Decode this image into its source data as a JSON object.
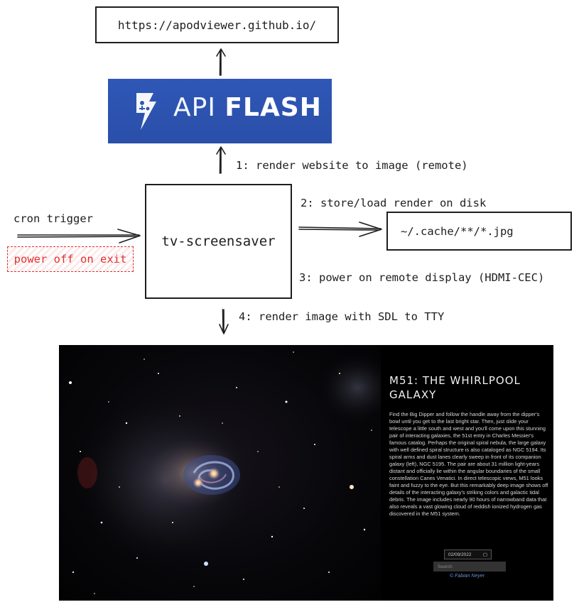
{
  "nodes": {
    "url": "https://apodviewer.github.io/",
    "apiflash_light": "API",
    "apiflash_bold": "FLASH",
    "tv": "tv-screensaver",
    "cache": "~/.cache/**/*.jpg",
    "power_off": "power off on exit"
  },
  "edges": {
    "step1": "1: render website to image (remote)",
    "step2": "2: store/load render on disk",
    "step3": "3: power on remote display (HDMI-CEC)",
    "step4": "4: render image with SDL to TTY",
    "cron": "cron trigger"
  },
  "apod": {
    "title": "M51: THE WHIRLPOOL GALAXY",
    "description": "Find the Big Dipper and follow the handle away from the dipper's bowl until you get to the last bright star. Then, just slide your telescope a little south and west and you'll come upon this stunning pair of interacting galaxies, the 51st entry in Charles Messier's famous catalog. Perhaps the original spiral nebula, the large galaxy with well defined spiral structure is also cataloged as NGC 5194. Its spiral arms and dust lanes clearly sweep in front of its companion galaxy (left), NGC 5195. The pair are about 31 million light-years distant and officially lie within the angular boundaries of the small constellation Canes Venatici. In direct telescopic views, M51 looks faint and fuzzy to the eye. But this remarkably deep image shows off details of the interacting galaxy's striking colors and galactic tidal debris. The image includes nearly 90 hours of narrowband data that also reveals a vast glowing cloud of reddish ionized hydrogen gas discovered in the M51 system.",
    "date": "02/09/2022",
    "search_placeholder": "Search",
    "credit": "© Fabian Neyer"
  },
  "colors": {
    "stroke": "#1e1e1e",
    "apiflash_blue": "#2f57b6",
    "power_off_red": "#e03131",
    "credit_blue": "#6b8fcf"
  },
  "icons": {
    "apiflash_logo": "lightning-bolt-circuit-icon",
    "calendar": "calendar-icon"
  }
}
